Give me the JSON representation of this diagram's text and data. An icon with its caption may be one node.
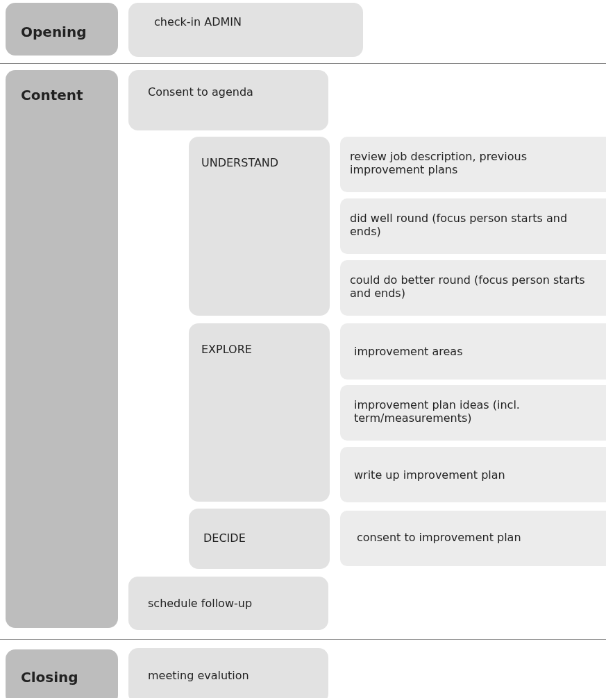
{
  "diagram": {
    "nodes": [
      {
        "text": [
          "Opening"
        ]
      },
      {
        "text": [
          "check-in ADMIN"
        ]
      },
      {
        "text": [
          "Content"
        ]
      },
      {
        "text": [
          "Consent to agenda"
        ]
      },
      {
        "text": [
          "UNDERSTAND"
        ]
      },
      {
        "text": [
          "review job description, previous improvement plans"
        ]
      },
      {
        "text": [
          "did well round (focus person starts and ends)"
        ]
      },
      {
        "text": [
          "could do better round (focus person starts and ends)"
        ]
      },
      {
        "text": [
          "EXPLORE"
        ]
      },
      {
        "text": [
          "improvement areas"
        ]
      },
      {
        "text": [
          "improvement plan ideas (incl. term/measurements)"
        ]
      },
      {
        "text": [
          "write up improvement plan"
        ]
      },
      {
        "text": [
          "DECIDE"
        ]
      },
      {
        "text": [
          "consent to improvement plan"
        ]
      },
      {
        "text": [
          "schedule follow-up"
        ]
      },
      {
        "text": [
          "Closing"
        ]
      },
      {
        "text": [
          "meeting evalution"
        ]
      }
    ]
  }
}
